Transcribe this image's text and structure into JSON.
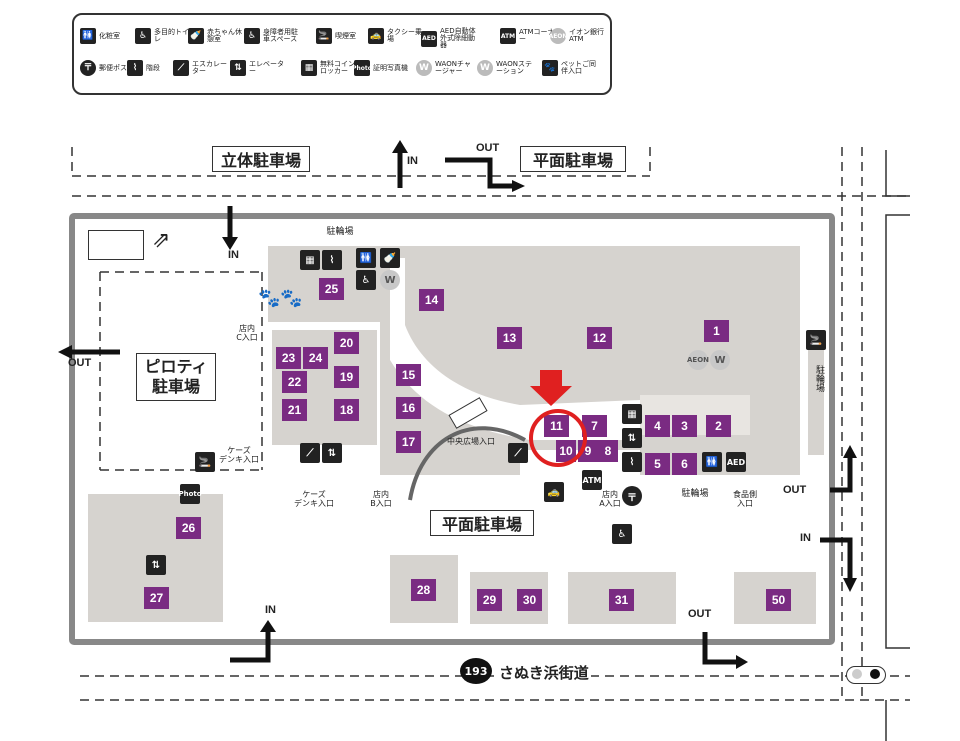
{
  "legend": [
    {
      "icon": "toilet-icon",
      "glyph": "🚻",
      "label": "化粧室"
    },
    {
      "icon": "accessible-toilet-icon",
      "glyph": "♿",
      "label": "多目的トイレ"
    },
    {
      "icon": "baby-room-icon",
      "glyph": "🍼",
      "label": "赤ちゃん休憩室"
    },
    {
      "icon": "accessible-parking-icon",
      "glyph": "♿",
      "label": "身障者用駐車スペース"
    },
    {
      "icon": "smoking-room-icon",
      "glyph": "🚬",
      "label": "喫煙室"
    },
    {
      "icon": "taxi-icon",
      "glyph": "🚕",
      "label": "タクシー乗場"
    },
    {
      "icon": "aed-icon",
      "glyph": "AED",
      "label": "AED自動体外式除細動器"
    },
    {
      "icon": "atm-icon",
      "glyph": "ATM",
      "label": "ATMコーナー"
    },
    {
      "icon": "aeon-bank-icon",
      "glyph": "AEON",
      "label": "イオン銀行ATM"
    },
    {
      "icon": "post-icon",
      "glyph": "〒",
      "label": "郵便ポスト"
    },
    {
      "icon": "stairs-icon",
      "glyph": "⌇",
      "label": "階段"
    },
    {
      "icon": "escalator-icon",
      "glyph": "⟋",
      "label": "エスカレーター"
    },
    {
      "icon": "elevator-icon",
      "glyph": "⇅",
      "label": "エレベーター"
    },
    {
      "icon": "coin-locker-icon",
      "glyph": "▦",
      "label": "無料コインロッカー"
    },
    {
      "icon": "photo-booth-icon",
      "glyph": "Photo",
      "label": "証明写真機"
    },
    {
      "icon": "waon-charger-icon",
      "glyph": "W",
      "label": "WAONチャージャー"
    },
    {
      "icon": "waon-station-icon",
      "glyph": "W",
      "label": "WAONステーション"
    },
    {
      "icon": "pet-entrance-icon",
      "glyph": "🐾",
      "label": "ペットご同伴入口"
    }
  ],
  "parking": {
    "multi_level": "立体駐車場",
    "flat_top": "平面駐車場",
    "flat_center": "平面駐車場",
    "piloti": "ピロティ\n駐車場",
    "bicycle_top": "駐輪場",
    "bicycle_right": "駐輪場",
    "bicycle_bottom": "駐輪場"
  },
  "traffic": {
    "in": "IN",
    "out": "OUT"
  },
  "road": {
    "number": "193",
    "name": "さぬき浜街道"
  },
  "entrances": {
    "c": "店内\nC入口",
    "case_denki_side": "ケーズ\nデンキ入口",
    "case_denki_bottom": "ケーズ\nデンキ入口",
    "b": "店内\nB入口",
    "central": "中央広場入口",
    "a": "店内\nA入口",
    "food": "食品側\n入口"
  },
  "stores": [
    "1",
    "2",
    "3",
    "4",
    "5",
    "6",
    "7",
    "8",
    "9",
    "10",
    "11",
    "12",
    "13",
    "14",
    "15",
    "16",
    "17",
    "19",
    "18",
    "20",
    "21",
    "22",
    "23",
    "24",
    "25",
    "26",
    "27",
    "28",
    "29",
    "30",
    "31",
    "50"
  ],
  "highlight": {
    "store": "11",
    "color": "#e02020"
  }
}
